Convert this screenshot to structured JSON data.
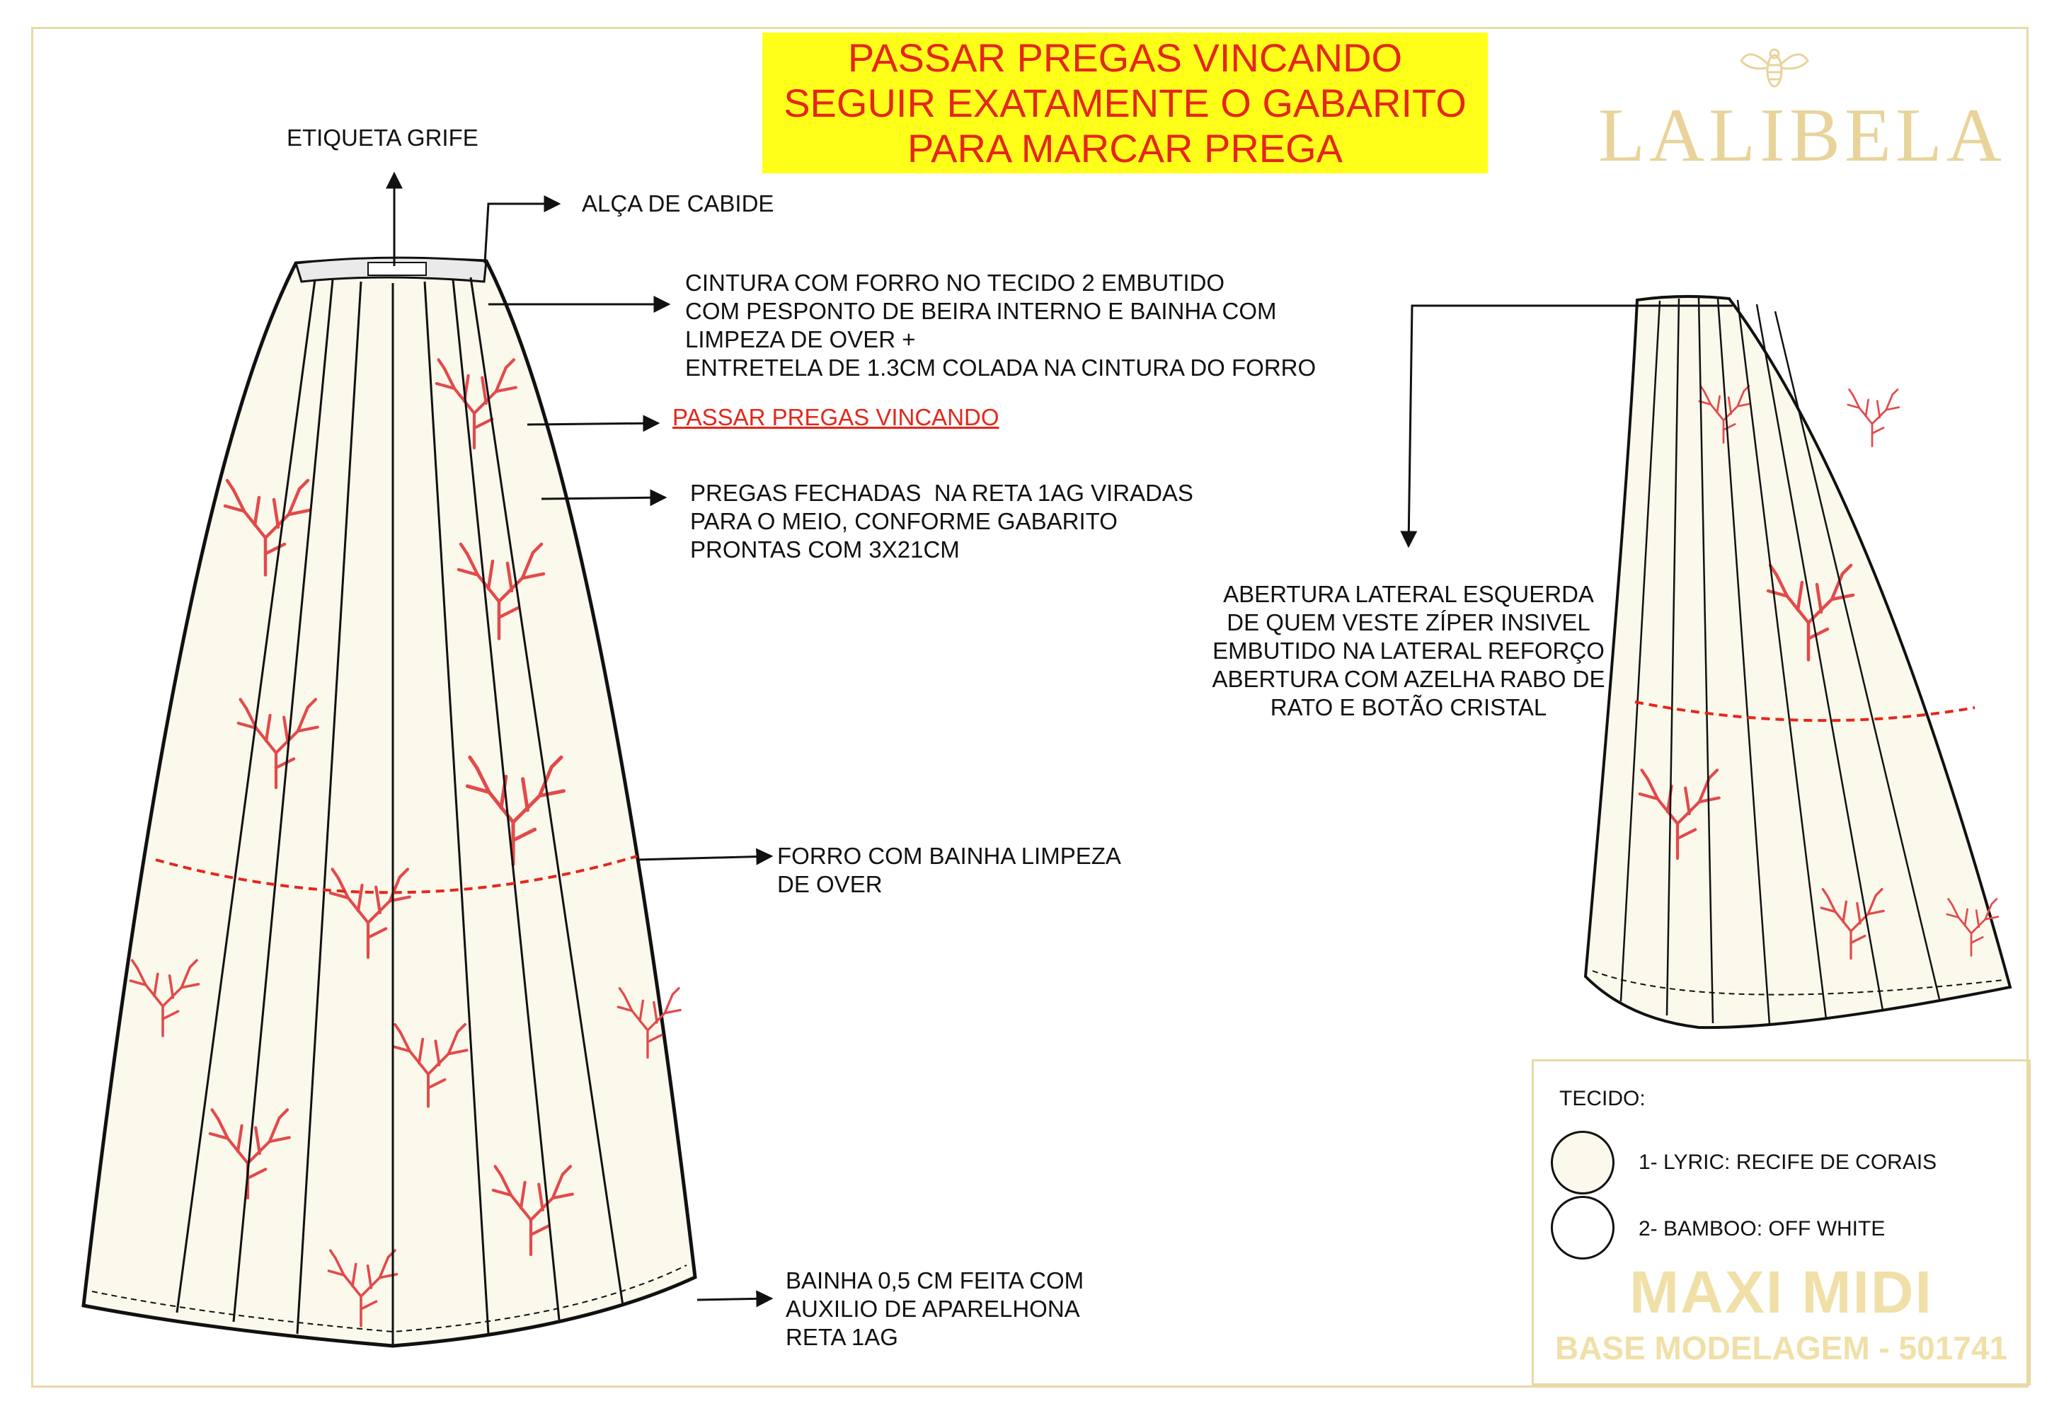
{
  "banner": {
    "lines": [
      "PASSAR PREGAS VINCANDO",
      "SEGUIR EXATAMENTE O GABARITO",
      "PARA MARCAR PREGA"
    ]
  },
  "brand": {
    "name": "LALIBELA"
  },
  "callouts": {
    "etiqueta": "ETIQUETA GRIFE",
    "alca": "ALÇA DE CABIDE",
    "cintura": "CINTURA COM FORRO NO TECIDO 2 EMBUTIDO\nCOM PESPONTO DE BEIRA INTERNO E BAINHA COM\nLIMPEZA DE OVER +\nENTRETELA DE 1.3CM COLADA NA CINTURA DO FORRO",
    "passar": "PASSAR PREGAS VINCANDO",
    "pregas": "PREGAS FECHADAS  NA RETA 1AG VIRADAS\nPARA O MEIO, CONFORME GABARITO\nPRONTAS COM 3X21CM",
    "forro": "FORRO COM BAINHA LIMPEZA\nDE OVER",
    "bainha": "BAINHA 0,5 CM FEITA COM\nAUXILIO DE APARELHONA\nRETA 1AG",
    "abertura": "ABERTURA LATERAL ESQUERDA\nDE QUEM VESTE ZÍPER INSIVEL\nEMBUTIDO NA LATERAL REFORÇO\nABERTURA COM AZELHA RABO DE\nRATO E BOTÃO CRISTAL"
  },
  "legend": {
    "title": "TECIDO:",
    "items": [
      {
        "label": "1- LYRIC: RECIFE DE CORAIS",
        "color": "#fbf8ec"
      },
      {
        "label": "2- BAMBOO: OFF WHITE",
        "color": "#ffffff"
      }
    ],
    "model_name": "MAXI MIDI",
    "model_base": "BASE MODELAGEM - 501741"
  },
  "colors": {
    "fabric": "#fbf8ec",
    "coral": "#e24a4a",
    "accent_red": "#e4271a",
    "gold": "#e8d49b",
    "banner_yellow": "#ffff1a"
  }
}
